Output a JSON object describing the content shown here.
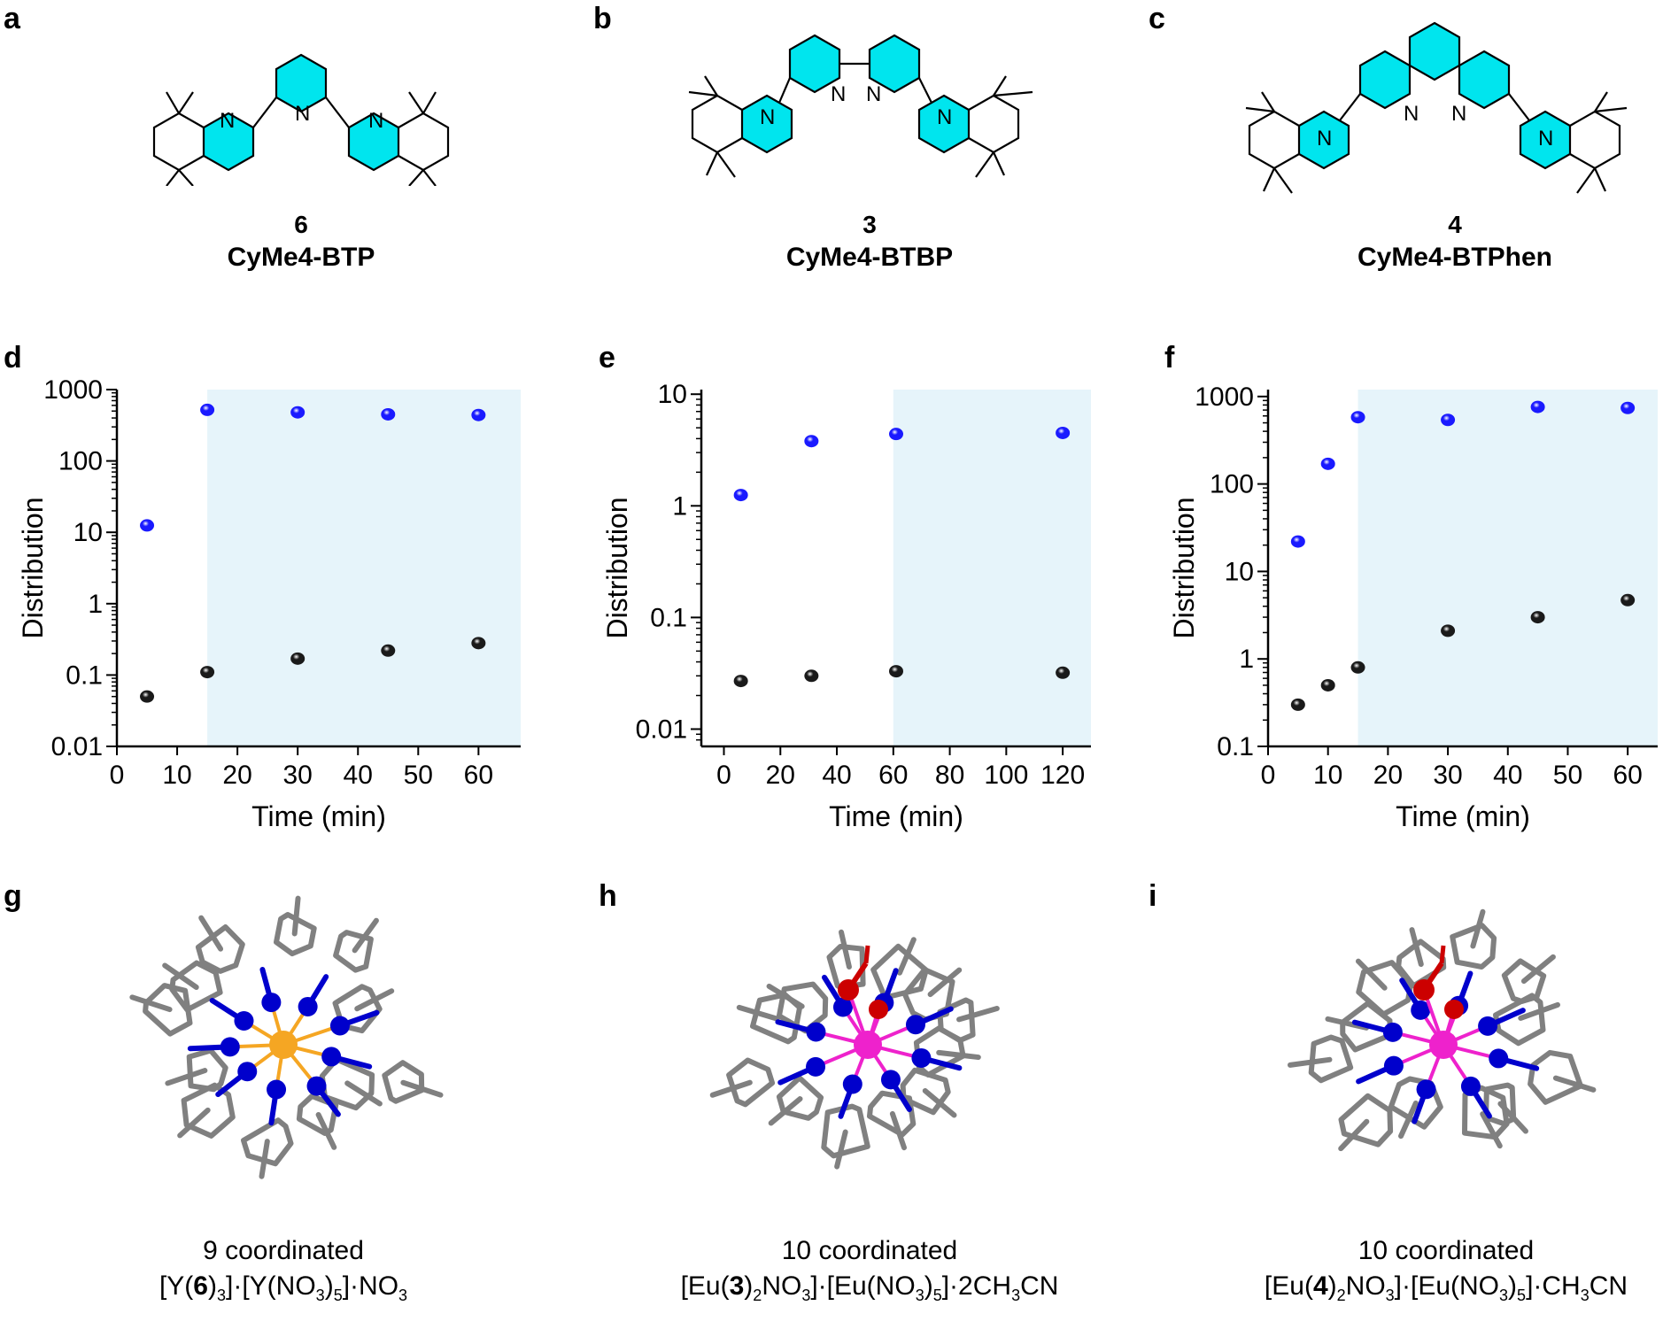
{
  "panels": {
    "a": "a",
    "b": "b",
    "c": "c",
    "d": "d",
    "e": "e",
    "f": "f",
    "g": "g",
    "h": "h",
    "i": "i"
  },
  "molecules": [
    {
      "number": "6",
      "name": "CyMe4-BTP"
    },
    {
      "number": "3",
      "name": "CyMe4-BTBP"
    },
    {
      "number": "4",
      "name": "CyMe4-BTPhen"
    }
  ],
  "atom_label": "N",
  "structures": [
    {
      "coordination": "9 coordinated",
      "formula_parts": [
        "[Y(",
        "6",
        ")",
        "3",
        "]·[Y(NO",
        "3",
        ")",
        "5",
        "]·NO",
        "3"
      ]
    },
    {
      "coordination": "10 coordinated",
      "formula_parts": [
        "[Eu(",
        "3",
        ")",
        "2",
        "NO",
        "3",
        "]·[Eu(NO",
        "3",
        ")",
        "5",
        "]·2CH",
        "3",
        "CN"
      ]
    },
    {
      "coordination": "10 coordinated",
      "formula_parts": [
        "[Eu(",
        "4",
        ")",
        "2",
        "NO",
        "3",
        "]·[Eu(NO",
        "3",
        ")",
        "5",
        "]·CH",
        "3",
        "CN"
      ]
    }
  ],
  "colors": {
    "ring_fill": "#00e5ee",
    "shade": "#e6f4fa",
    "series_blue": "#1a1aff",
    "series_black": "#1a1a1a",
    "carbon": "#808080",
    "nitrogen": "#0000cc",
    "oxygen": "#cc0000",
    "yttrium": "#f5a623",
    "europium": "#ee22cc"
  },
  "chart_data": [
    {
      "type": "scatter",
      "xlabel": "Time (min)",
      "ylabel": "Distribution",
      "yscale": "log",
      "ylim": [
        0.01,
        1000
      ],
      "xlim": [
        0,
        67
      ],
      "xticks": [
        "0",
        "10",
        "20",
        "30",
        "40",
        "50",
        "60"
      ],
      "yticks": [
        "0.01",
        "0.1",
        "1",
        "10",
        "100",
        "1000"
      ],
      "shaded_x": [
        15,
        67
      ],
      "series": [
        {
          "x": [
            5,
            15,
            30,
            45,
            60
          ],
          "values": [
            12.5,
            520,
            480,
            450,
            440
          ]
        },
        {
          "x": [
            5,
            15,
            30,
            45,
            60
          ],
          "values": [
            0.05,
            0.11,
            0.17,
            0.22,
            0.28
          ]
        }
      ]
    },
    {
      "type": "scatter",
      "xlabel": "Time (min)",
      "ylabel": "Distribution",
      "yscale": "log",
      "ylim": [
        0.007,
        11
      ],
      "xlim": [
        -8,
        130
      ],
      "xticks": [
        "0",
        "20",
        "40",
        "60",
        "80",
        "100",
        "120"
      ],
      "yticks": [
        "0.01",
        "0.1",
        "1",
        "10"
      ],
      "shaded_x": [
        60,
        130
      ],
      "series": [
        {
          "x": [
            6,
            31,
            61,
            120
          ],
          "values": [
            1.25,
            3.8,
            4.4,
            4.5
          ]
        },
        {
          "x": [
            6,
            31,
            61,
            120
          ],
          "values": [
            0.027,
            0.03,
            0.033,
            0.032
          ]
        }
      ]
    },
    {
      "type": "scatter",
      "xlabel": "Time (min)",
      "ylabel": "Distribution",
      "yscale": "log",
      "ylim": [
        0.1,
        1200
      ],
      "xlim": [
        0,
        65
      ],
      "xticks": [
        "0",
        "10",
        "20",
        "30",
        "40",
        "50",
        "60"
      ],
      "yticks": [
        "0.1",
        "1",
        "10",
        "100",
        "1000"
      ],
      "shaded_x": [
        15,
        65
      ],
      "series": [
        {
          "x": [
            5,
            10,
            15,
            30,
            45,
            60
          ],
          "values": [
            22,
            170,
            580,
            540,
            760,
            740
          ]
        },
        {
          "x": [
            5,
            10,
            15,
            30,
            45,
            60
          ],
          "values": [
            0.3,
            0.5,
            0.8,
            2.1,
            3.0,
            4.7
          ]
        }
      ]
    }
  ]
}
